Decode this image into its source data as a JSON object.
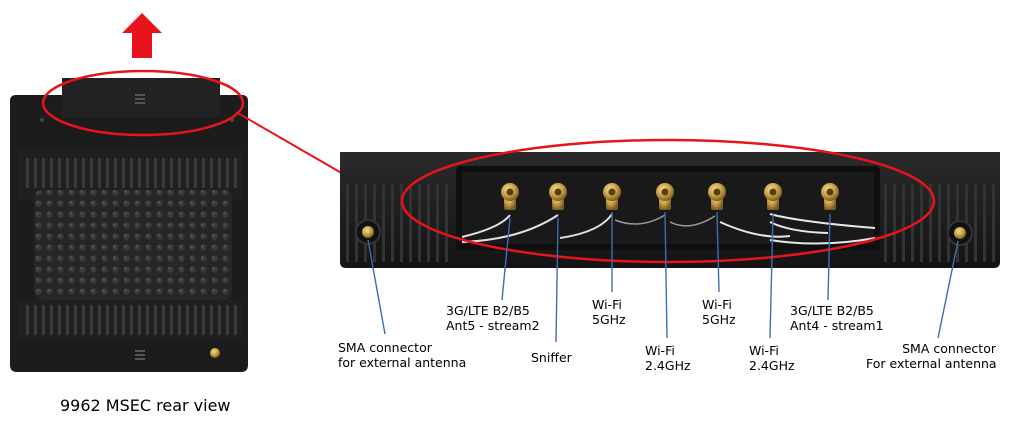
{
  "colors": {
    "highlight_ellipse": "#e8141b",
    "arrow_up": "#e8141b",
    "leader_line": "#3b6fb0",
    "device_body": "#1c1c1c",
    "connector_gold": "#c9a24a"
  },
  "caption": "9962 MSEC rear view",
  "labels": {
    "sma_left": [
      "SMA connector",
      "for external antenna"
    ],
    "lte_ant5": [
      "3G/LTE B2/B5",
      "Ant5 - stream2"
    ],
    "sniffer": [
      "Sniffer"
    ],
    "wifi_5ghz_a": [
      "Wi-Fi",
      "5GHz"
    ],
    "wifi_24ghz_a": [
      "Wi-Fi",
      "2.4GHz"
    ],
    "wifi_5ghz_b": [
      "Wi-Fi",
      "5GHz"
    ],
    "wifi_24ghz_b": [
      "Wi-Fi",
      "2.4GHz"
    ],
    "lte_ant4": [
      "3G/LTE B2/B5",
      "Ant4 - stream1"
    ],
    "sma_right": [
      "SMA connector",
      "For external antenna"
    ]
  }
}
